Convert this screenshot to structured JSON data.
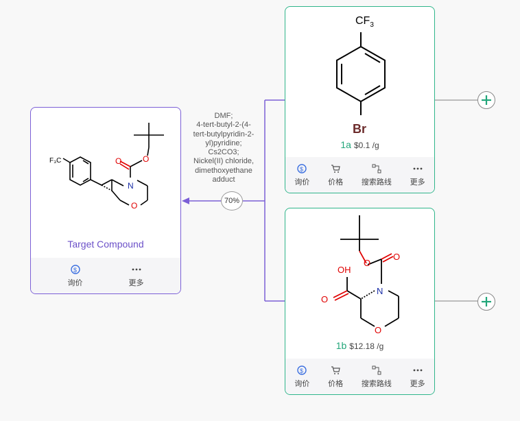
{
  "target": {
    "label": "Target Compound",
    "substituent": "F₃C"
  },
  "reaction": {
    "conditions": "DMF;\n4-tert-butyl-2-(4-\ntert-butylpyridin-2-\nyl)pyridine;\nCs2CO3;\nNickel(II) chloride,\ndimethoxyethane\nadduct",
    "yield": "70%"
  },
  "reactants": [
    {
      "id": "1a",
      "price": "$0.1 /g",
      "top_group": "CF",
      "top_sub": "3",
      "bottom_atom": "Br"
    },
    {
      "id": "1b",
      "price": "$12.18 /g",
      "atoms": {
        "oh": "OH",
        "o_acid": "O",
        "o_carbamate": "O",
        "o_ring": "O",
        "n": "N"
      }
    }
  ],
  "actions": {
    "inquiry": "询价",
    "price": "价格",
    "search_route": "搜索路线",
    "more": "更多"
  },
  "colors": {
    "target_border": "#7b5fd6",
    "reactant_border": "#2fb58a",
    "oxygen": "#e00000",
    "nitrogen": "#1a2ea8",
    "bromine": "#6b2a2a"
  }
}
